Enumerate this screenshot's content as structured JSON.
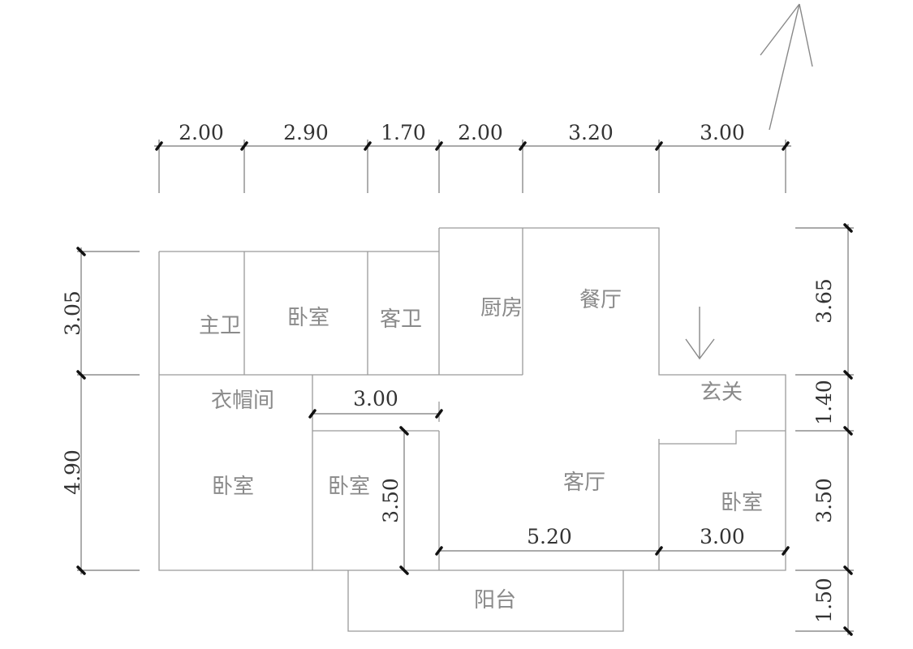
{
  "plan": {
    "top_dimensions": [
      "2.00",
      "2.90",
      "1.70",
      "2.00",
      "3.20",
      "3.00"
    ],
    "left_dimensions": [
      "3.05",
      "4.90"
    ],
    "right_dimensions": [
      "3.65",
      "1.40",
      "3.50",
      "1.50"
    ],
    "inner_dimensions": {
      "closet_width": "3.00",
      "small_bedroom_depth": "3.50",
      "living_width": "5.20",
      "right_bedroom_width": "3.00"
    },
    "rooms": {
      "master_bath": "主卫",
      "bedroom_top": "卧室",
      "guest_bath": "客卫",
      "kitchen": "厨房",
      "dining": "餐厅",
      "closet": "衣帽间",
      "bedroom_left": "卧室",
      "bedroom_small": "卧室",
      "living": "客厅",
      "entrance": "玄关",
      "bedroom_right": "卧室",
      "balcony": "阳台"
    },
    "icons": {
      "north": "north-arrow-icon",
      "entry": "entry-arrow-icon"
    }
  }
}
